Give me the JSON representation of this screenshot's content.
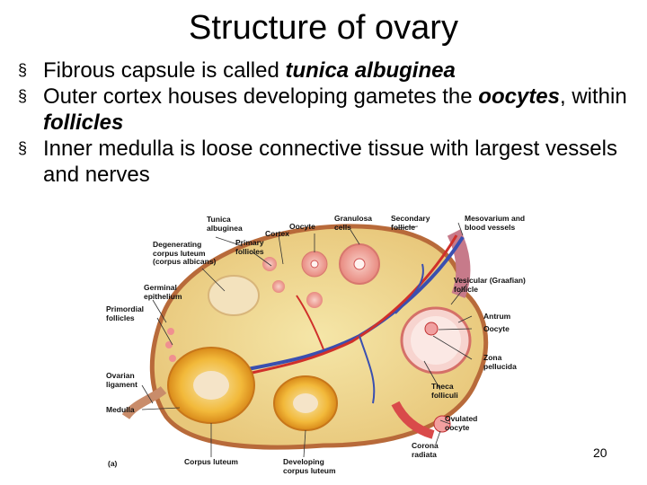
{
  "slide": {
    "title": "Structure of ovary",
    "page_number": "20"
  },
  "bullets": [
    {
      "text_before": "Fibrous capsule is called ",
      "emphasis": "tunica albuginea",
      "text_after": "",
      "emphasis2": ""
    },
    {
      "text_before": "Outer cortex houses developing gametes the ",
      "emphasis": "oocytes",
      "text_after": ", within ",
      "emphasis2": "follicles"
    },
    {
      "text_before": "Inner medulla is loose connective tissue with largest vessels and nerves",
      "emphasis": "",
      "text_after": "",
      "emphasis2": ""
    }
  ],
  "figure_labels": {
    "tunica_albuginea": "Tunica albuginea",
    "cortex": "Cortex",
    "oocyte_top": "Oocyte",
    "granulosa_cells": "Granulosa cells",
    "secondary_follicle": "Secondary follicle",
    "mesovarium": "Mesovarium and blood vessels",
    "degenerating_corpus_luteum": "Degenerating corpus luteum (corpus albicans)",
    "primary_follicles": "Primary follicles",
    "germinal_epithelium": "Germinal epithelium",
    "vesicular_follicle": "Vesicular (Graafian) follicle",
    "primordial_follicles": "Primordial follicles",
    "antrum": "Antrum",
    "oocyte_right": "Oocyte",
    "zona_pellucida": "Zona pellucida",
    "ovarian_ligament": "Ovarian ligament",
    "theca_folliculi": "Theca folliculi",
    "medulla": "Medulla",
    "ovulated_oocyte": "Ovulated oocyte",
    "corona_radiata": "Corona radiata",
    "corpus_luteum": "Corpus luteum",
    "developing_corpus_luteum": "Developing corpus luteum",
    "panel_letter": "(a)"
  }
}
